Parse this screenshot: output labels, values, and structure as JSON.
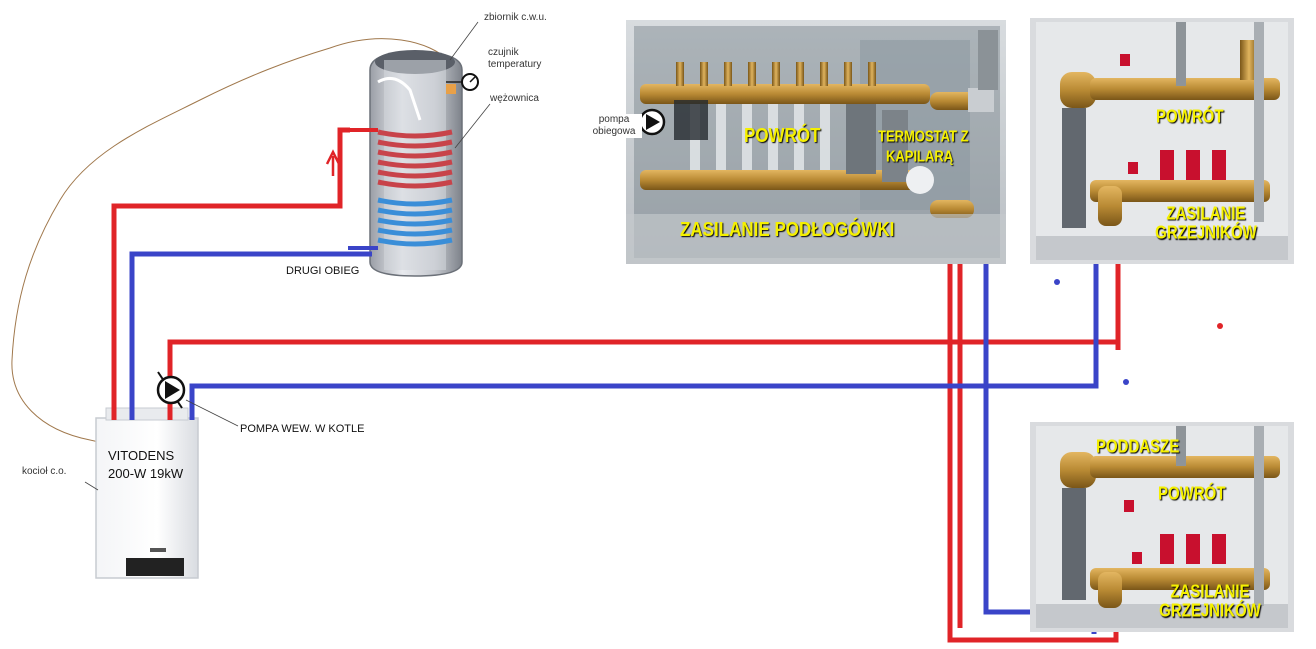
{
  "labels": {
    "tank": "zbiornik c.w.u.",
    "sensor_line1": "czujnik",
    "sensor_line2": "temperatury",
    "coil": "wężownica",
    "second_loop": "DRUGI OBIEG",
    "boiler_name_line1": "VITODENS",
    "boiler_name_line2": "200-W 19kW",
    "boiler": "kocioł c.o.",
    "internal_pump": "POMPA WEW.  W KOTLE",
    "circulation_pump_line1": "pompa",
    "circulation_pump_line2": "obiegowa"
  },
  "photo_floor": {
    "return": "POWRÓT",
    "thermostat_line1": "TERMOSTAT Z",
    "thermostat_line2": "KAPILARĄ",
    "supply": "ZASILANIE PODŁOGÓWKI"
  },
  "photo_radiators_ground": {
    "return": "POWRÓT",
    "supply_line1": "ZASILANIE",
    "supply_line2": "GRZEJNIKÓW"
  },
  "photo_radiators_attic": {
    "attic": "PODDASZE",
    "return": "POWRÓT",
    "supply_line1": "ZASILANIE",
    "supply_line2": "GRZEJNIKÓW"
  },
  "colors": {
    "supply_pipe": "#e02428",
    "return_pipe": "#3a44c8",
    "photo_label": "#f5f000",
    "sensor_cable": "#a0784c"
  }
}
